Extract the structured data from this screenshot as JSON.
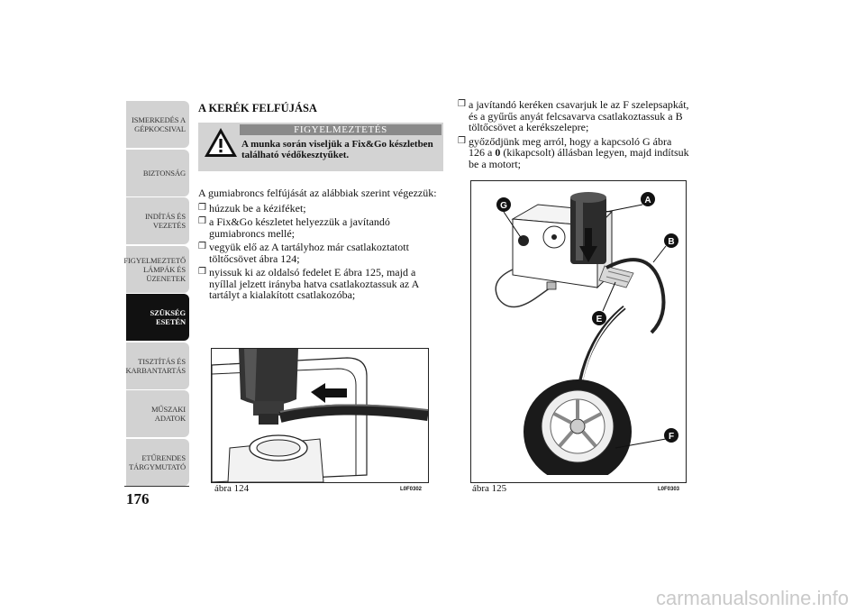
{
  "sidebar": {
    "tabs": [
      {
        "label": "ISMERKEDÉS A\nGÉPKOCSIVAL",
        "active": false
      },
      {
        "label": "BIZTONSÁG",
        "active": false
      },
      {
        "label": "INDÍTÁS ÉS\nVEZETÉS",
        "active": false
      },
      {
        "label": "FIGYELMEZTETŐ\nLÁMPÁK ÉS\nÜZENETEK",
        "active": false
      },
      {
        "label": "SZÜKSÉG ESETÉN",
        "active": true
      },
      {
        "label": "TISZTÍTÁS ÉS\nKARBANTARTÁS",
        "active": false
      },
      {
        "label": "MŰSZAKI ADATOK",
        "active": false
      },
      {
        "label": "ETŰRENDES\nTÁRGYMUTATÓ",
        "active": false
      }
    ]
  },
  "page_number": "176",
  "left": {
    "title": "A KERÉK FELFÚJÁSA",
    "warning": {
      "title": "FIGYELMEZTETÉS",
      "text": "A munka során viseljük a Fix&Go készletben található védőkesztyűket."
    },
    "intro": "A gumiabroncs felfújását az alábbiak szerint végezzük:",
    "bullets": [
      "húzzuk be a kéziféket;",
      "a Fix&Go készletet helyezzük a javítandó gumiabroncs mellé;",
      "vegyük elő az A tartályhoz már csatlakoztatott töltőcsövet ábra 124;",
      "nyissuk ki az oldalsó fedelet E ábra 125, majd a nyíllal jelzett irányba hatva csatlakoztassuk az A tartályt a kialakított csatlakozóba;"
    ],
    "figure": {
      "caption": "ábra 124",
      "code": "L0F0302"
    }
  },
  "right": {
    "bullet1": "a javítandó keréken csavarjuk le az F szelepsapkát, és a gyűrűs anyát felcsavarva csatlakoztassuk a B töltőcsövet a kerékszelepre;",
    "bullet2_pre": "győződjünk meg arról, hogy a kapcsoló G ábra 126 a ",
    "bullet2_bold": "0",
    "bullet2_post": " (kikapcsolt) állásban legyen, majd indítsuk be a motort;",
    "figure": {
      "caption": "ábra 125",
      "code": "L0F0303",
      "labels": {
        "a": "A",
        "b": "B",
        "e": "E",
        "f": "F",
        "g": "G"
      }
    }
  },
  "colors": {
    "tab_bg": "#d2d2d2",
    "tab_active": "#111111",
    "warning_bg": "#d3d3d3",
    "warning_title_bg": "#8a8a8a"
  },
  "watermark": "carmanualsonline.info"
}
